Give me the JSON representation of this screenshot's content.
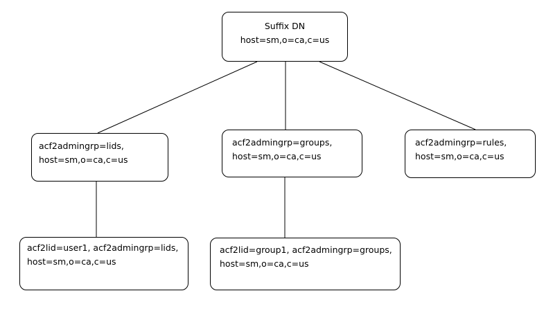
{
  "diagram": {
    "nodes": [
      {
        "id": "root",
        "lines": [
          "Suffix DN",
          "host=sm,o=ca,c=us"
        ]
      },
      {
        "id": "lids",
        "lines": [
          "acf2admingrp=lids,",
          "host=sm,o=ca,c=us"
        ]
      },
      {
        "id": "groups",
        "lines": [
          "acf2admingrp=groups,",
          "host=sm,o=ca,c=us"
        ]
      },
      {
        "id": "rules",
        "lines": [
          "acf2admingrp=rules,",
          "host=sm,o=ca,c=us"
        ]
      },
      {
        "id": "user1",
        "lines": [
          "acf2lid=user1, acf2admingrp=lids,",
          "host=sm,o=ca,c=us"
        ]
      },
      {
        "id": "group1",
        "lines": [
          "acf2lid=group1, acf2admingrp=groups,",
          "host=sm,o=ca,c=us"
        ]
      }
    ],
    "edges": [
      {
        "from": "root",
        "to": "lids"
      },
      {
        "from": "root",
        "to": "groups"
      },
      {
        "from": "root",
        "to": "rules"
      },
      {
        "from": "lids",
        "to": "user1"
      },
      {
        "from": "groups",
        "to": "group1"
      }
    ]
  }
}
